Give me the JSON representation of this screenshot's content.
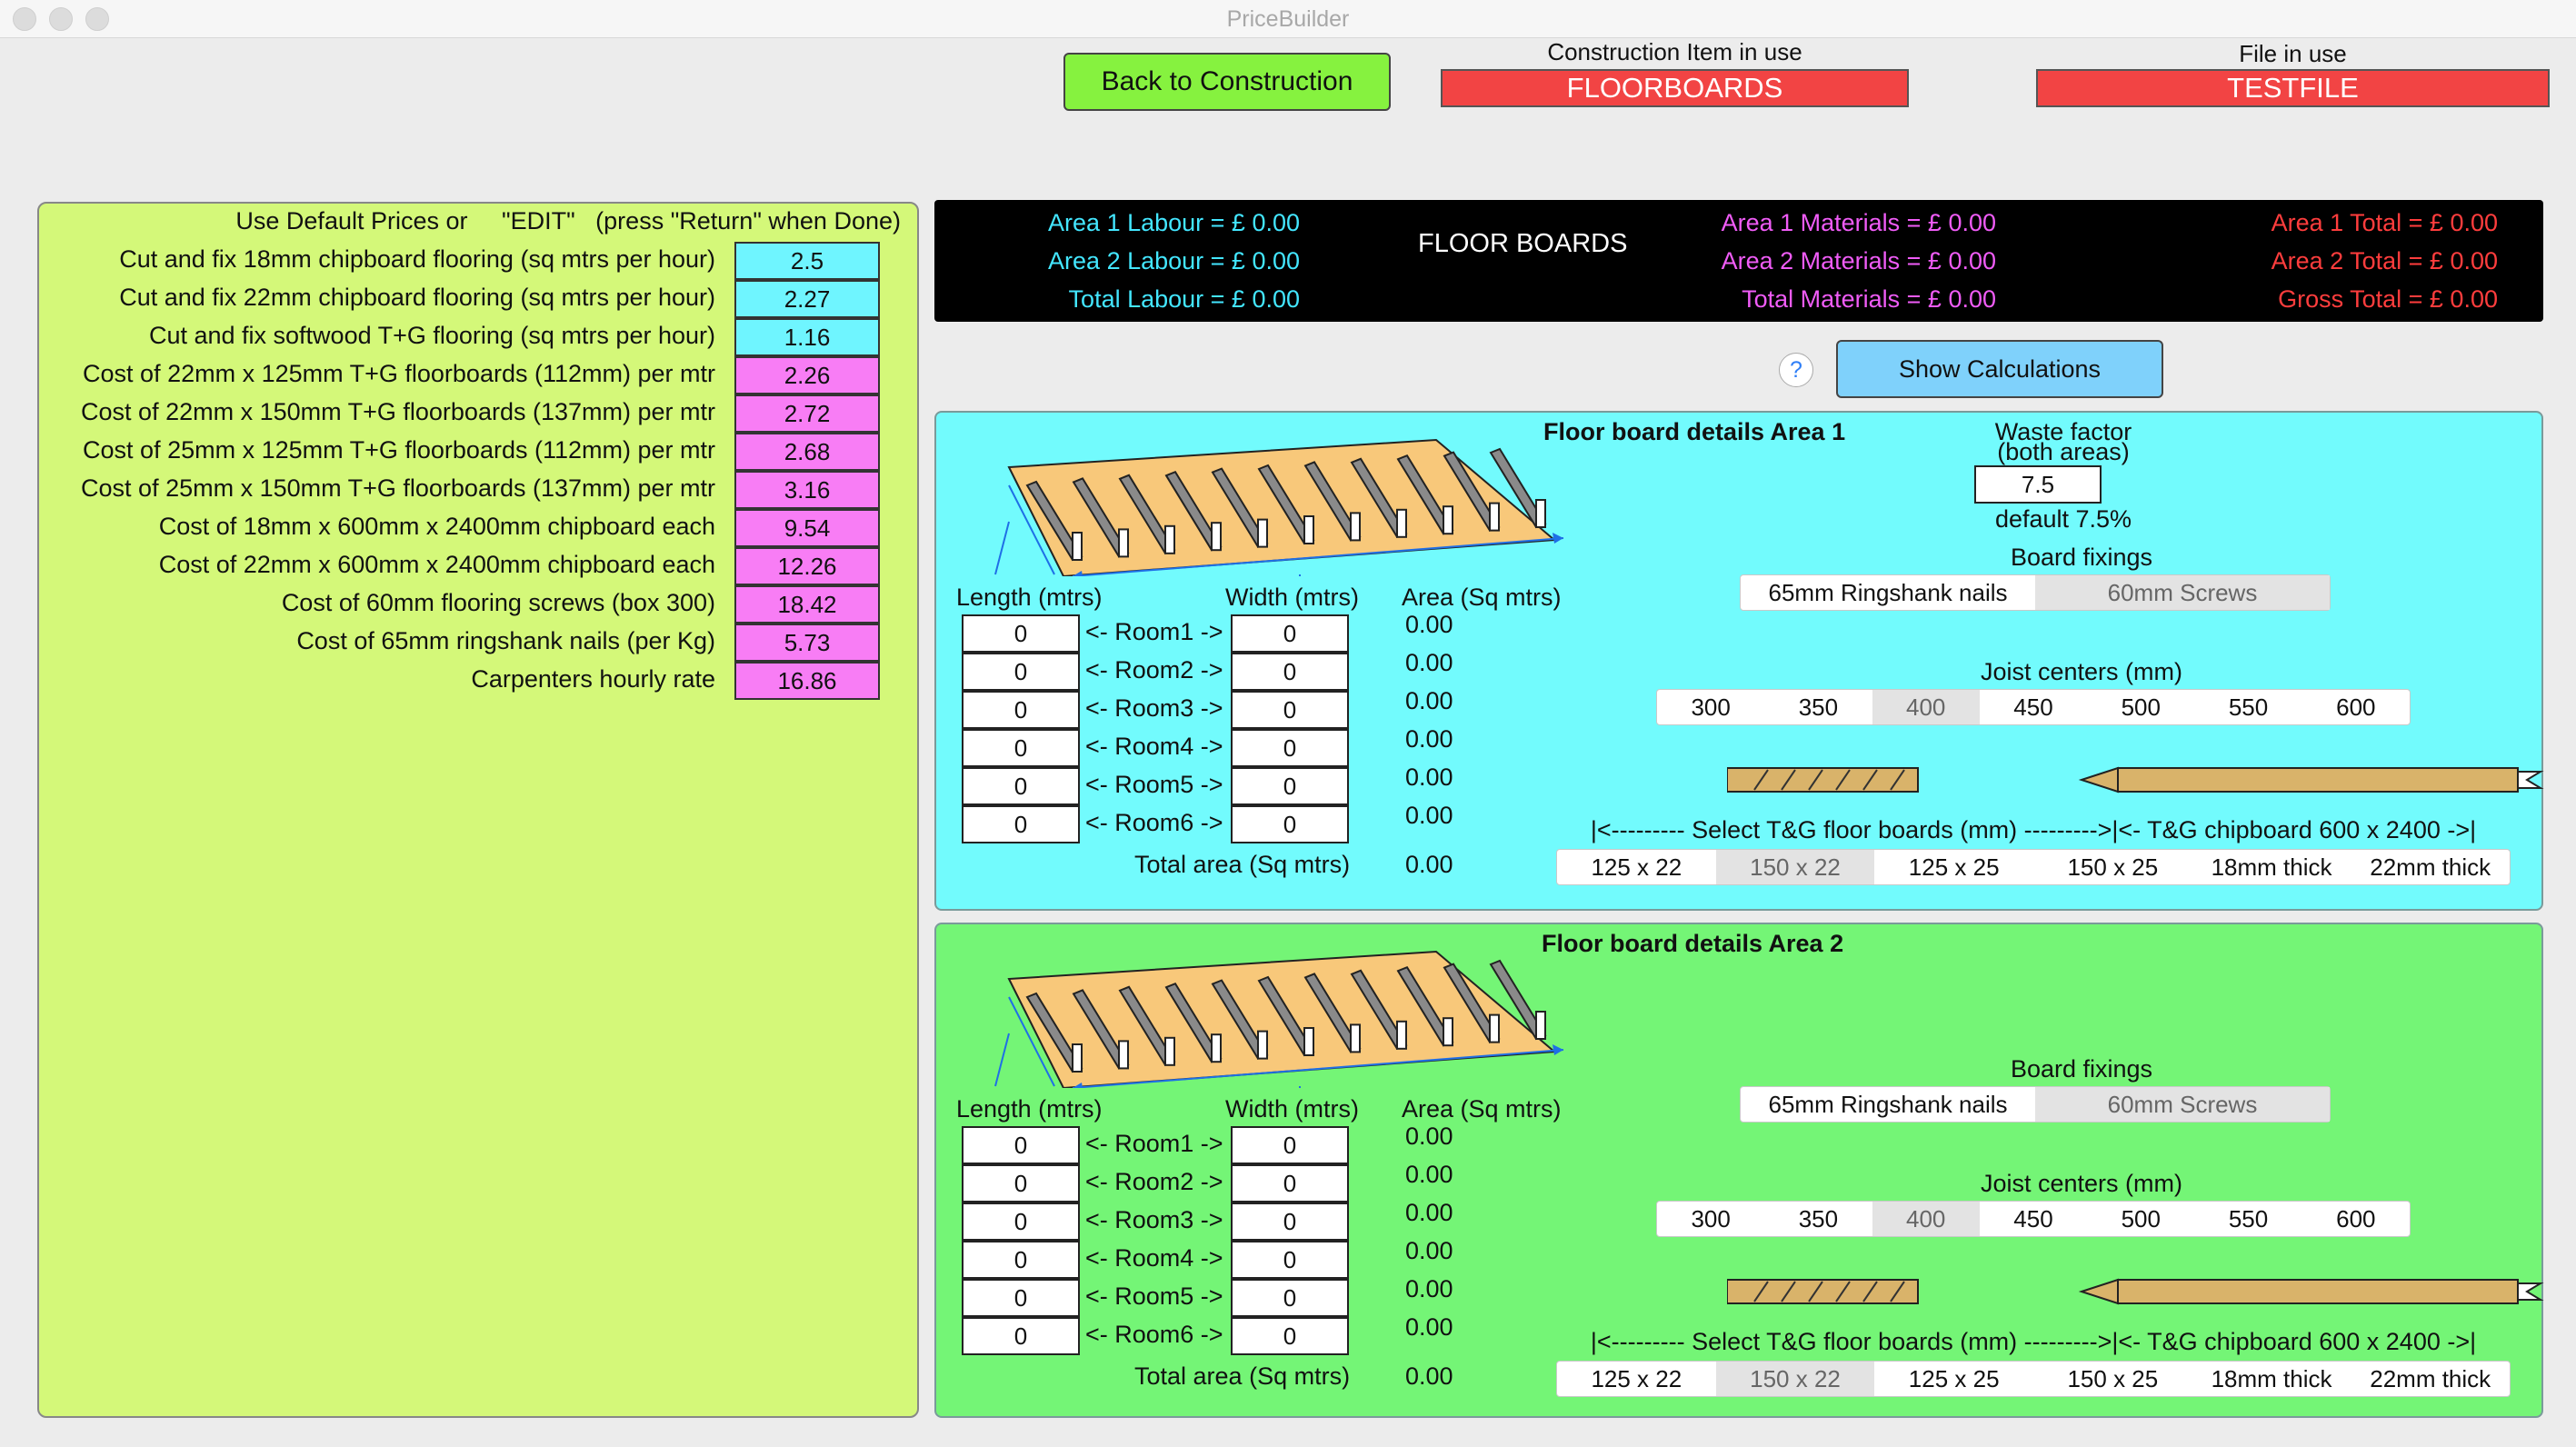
{
  "window": {
    "title": "PriceBuilder"
  },
  "header": {
    "back_button": "Back to Construction",
    "construction_label": "Construction Item in use",
    "construction_value": "FLOORBOARDS",
    "file_label": "File in use",
    "file_value": "TESTFILE"
  },
  "prices": {
    "header": "Use Default Prices or     \"EDIT\"   (press \"Return\" when Done)",
    "items": [
      {
        "label": "Cut and fix 18mm chipboard flooring (sq mtrs per hour)",
        "value": "2.5",
        "color": "#6ff5ff"
      },
      {
        "label": "Cut and fix 22mm chipboard flooring (sq mtrs per hour)",
        "value": "2.27",
        "color": "#6ff5ff"
      },
      {
        "label": "Cut and fix softwood T+G flooring (sq mtrs per hour)",
        "value": "1.16",
        "color": "#6ff5ff"
      },
      {
        "label": "Cost of 22mm x 125mm T+G floorboards (112mm) per mtr",
        "value": "2.26",
        "color": "#f87df5"
      },
      {
        "label": "Cost of 22mm x 150mm T+G floorboards (137mm) per mtr",
        "value": "2.72",
        "color": "#f87df5"
      },
      {
        "label": "Cost of 25mm x 125mm T+G floorboards (112mm) per mtr",
        "value": "2.68",
        "color": "#f87df5"
      },
      {
        "label": "Cost of 25mm x 150mm T+G floorboards (137mm) per mtr",
        "value": "3.16",
        "color": "#f87df5"
      },
      {
        "label": "Cost of 18mm x 600mm x 2400mm chipboard each",
        "value": "9.54",
        "color": "#f87df5"
      },
      {
        "label": "Cost of 22mm x 600mm x 2400mm chipboard each",
        "value": "12.26",
        "color": "#f87df5"
      },
      {
        "label": "Cost of 60mm flooring screws (box 300)",
        "value": "18.42",
        "color": "#f87df5"
      },
      {
        "label": "Cost of 65mm ringshank nails (per Kg)",
        "value": "5.73",
        "color": "#f87df5"
      },
      {
        "label": "Carpenters hourly rate",
        "value": "16.86",
        "color": "#f87df5"
      }
    ]
  },
  "summary": {
    "area1_labour": "Area 1 Labour = £  0.00",
    "area2_labour": "Area 2 Labour = £  0.00",
    "total_labour": "Total Labour  = £  0.00",
    "title": "FLOOR BOARDS",
    "area1_materials": "Area 1 Materials = £ 0.00",
    "area2_materials": "Area 2 Materials = £ 0.00",
    "total_materials": "Total Materials = £ 0.00",
    "area1_total": "Area 1 Total = £  0.00",
    "area2_total": "Area 2 Total = £  0.00",
    "gross_total": "Gross Total = £  0.00"
  },
  "help_button": "?",
  "show_calculations": "Show Calculations",
  "common": {
    "length_label": "Length (mtrs)",
    "width_label": "Width (mtrs)",
    "area_label": "Area (Sq mtrs)",
    "rooms": [
      "<- Room1 ->",
      "<- Room2 ->",
      "<- Room3 ->",
      "<- Room4 ->",
      "<- Room5 ->",
      "<- Room6 ->"
    ],
    "total_area_label": "Total area (Sq mtrs)",
    "board_fixings_label": "Board fixings",
    "fixings": [
      "65mm Ringshank nails",
      "60mm Screws"
    ],
    "joist_label": "Joist centers (mm)",
    "joists": [
      "300",
      "350",
      "400",
      "450",
      "500",
      "550",
      "600"
    ],
    "select_boards_label": "|<--------- Select T&G floor boards (mm) --------->|<- T&G chipboard 600 x 2400 ->|",
    "boards": [
      "125 x 22",
      "150 x 22",
      "125 x 25",
      "150 x 25",
      "18mm thick",
      "22mm thick"
    ]
  },
  "area1": {
    "title": "Floor board details Area 1",
    "waste_label_1": "Waste factor",
    "waste_label_2": "(both areas)",
    "waste_value": "7.5",
    "waste_default": "default 7.5%",
    "lengths": [
      "0",
      "0",
      "0",
      "0",
      "0",
      "0"
    ],
    "widths": [
      "0",
      "0",
      "0",
      "0",
      "0",
      "0"
    ],
    "areas": [
      "0.00",
      "0.00",
      "0.00",
      "0.00",
      "0.00",
      "0.00"
    ],
    "total_area": "0.00"
  },
  "area2": {
    "title": "Floor board details Area 2",
    "lengths": [
      "0",
      "0",
      "0",
      "0",
      "0",
      "0"
    ],
    "widths": [
      "0",
      "0",
      "0",
      "0",
      "0",
      "0"
    ],
    "areas": [
      "0.00",
      "0.00",
      "0.00",
      "0.00",
      "0.00",
      "0.00"
    ],
    "total_area": "0.00"
  }
}
